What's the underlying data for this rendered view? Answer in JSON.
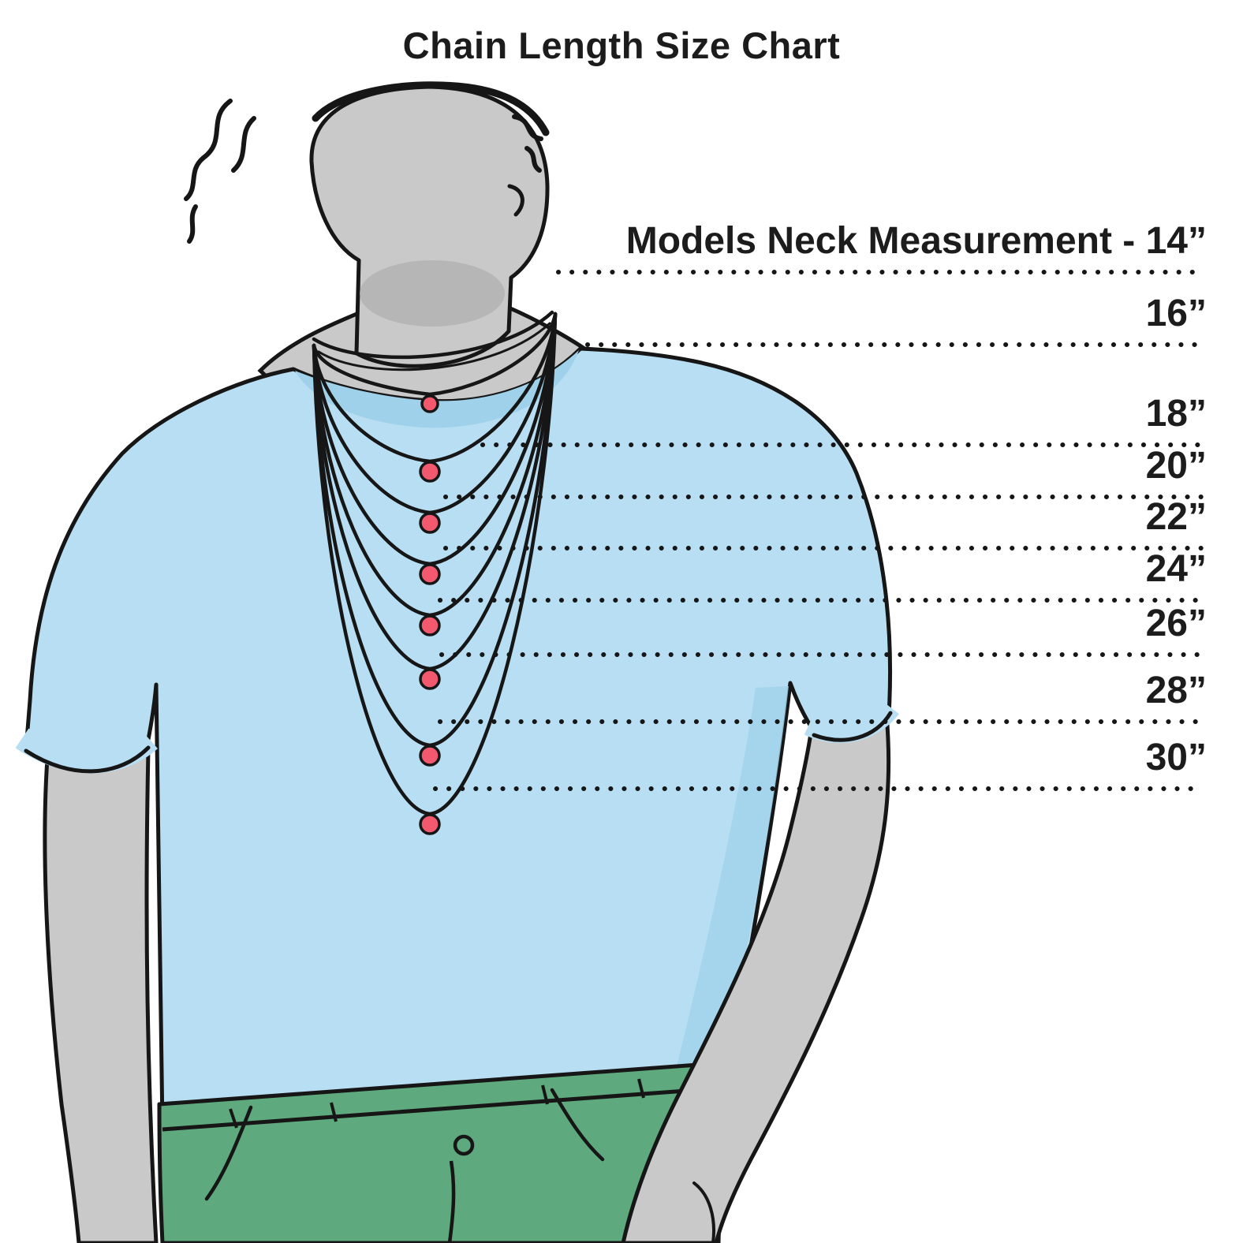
{
  "title": "Chain Length Size Chart",
  "measurements": [
    {
      "inches": 14,
      "label": "Models Neck Measurement - 14”"
    },
    {
      "inches": 16,
      "label": "16”"
    },
    {
      "inches": 18,
      "label": "18”"
    },
    {
      "inches": 20,
      "label": "20”"
    },
    {
      "inches": 22,
      "label": "22”"
    },
    {
      "inches": 24,
      "label": "24”"
    },
    {
      "inches": 26,
      "label": "26”"
    },
    {
      "inches": 28,
      "label": "28”"
    },
    {
      "inches": 30,
      "label": "30”"
    }
  ],
  "colors": {
    "shirt": "#b7def2",
    "shirt_shade": "#9fd2ea",
    "skin": "#c9c9c9",
    "skin_shade": "#b2b2b2",
    "pants": "#5fa97e",
    "pants_shade": "#4f9870",
    "pendant": "#f2596f",
    "outline": "#161616"
  }
}
